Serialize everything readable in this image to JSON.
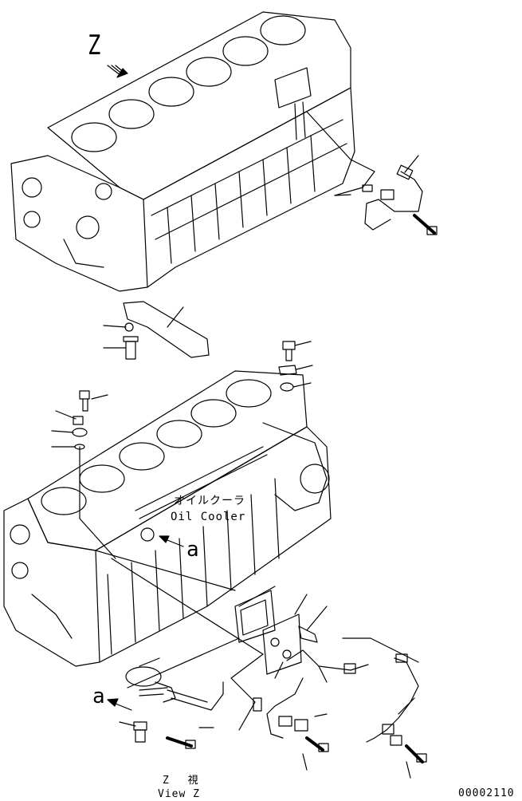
{
  "labels": {
    "view_arrow": "Z",
    "detail_a_1": "a",
    "detail_a_2": "a",
    "oil_cooler_jp": "オイルクーラ",
    "oil_cooler_en": "Oil Cooler",
    "view_z_jp": "Z 視",
    "view_z_en": "View Z",
    "drawing_code": "00002110"
  }
}
